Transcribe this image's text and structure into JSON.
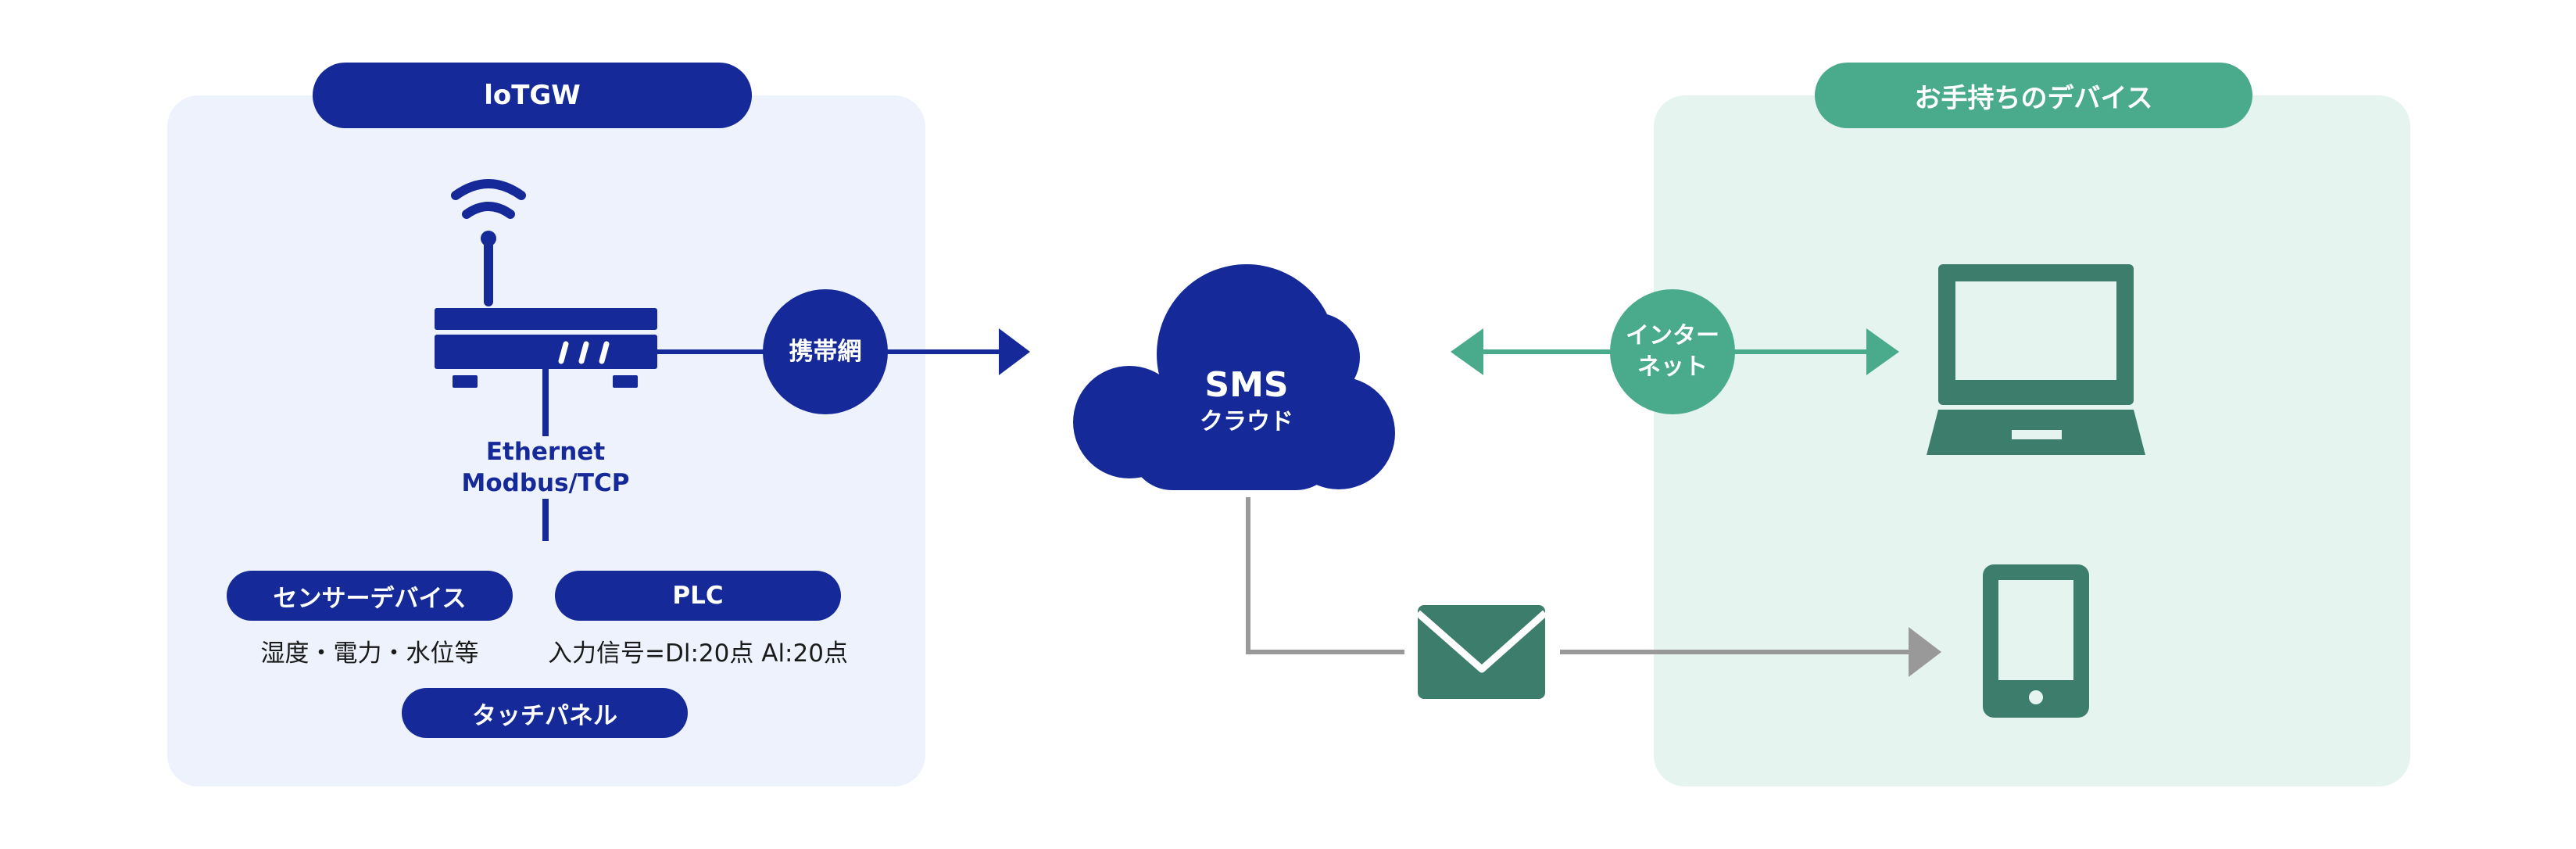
{
  "iotgw": {
    "title": "loTGW",
    "network_label": "Ethernet\nModbus/TCP",
    "connection_label": "携帯網",
    "sensor_pill": "センサーデバイス",
    "sensor_caption": "湿度・電力・水位等",
    "plc_pill": "PLC",
    "plc_caption": "入力信号=Dl:20点 Al:20点",
    "touch_pill": "タッチパネル"
  },
  "cloud": {
    "title": "SMS",
    "subtitle": "クラウド"
  },
  "devices": {
    "title": "お手持ちのデバイス",
    "connection_label": "インター\nネット"
  },
  "colors": {
    "navy": "#152a98",
    "green": "#4aab8c",
    "teal_icon": "#3d7d6c",
    "gray_line": "#999999",
    "panel_left_bg": "#edf2fd",
    "panel_right_bg": "#e6f4ef"
  },
  "icons": [
    "router-icon",
    "wifi-icon",
    "cloud-icon",
    "mail-icon",
    "laptop-icon",
    "tablet-icon"
  ]
}
